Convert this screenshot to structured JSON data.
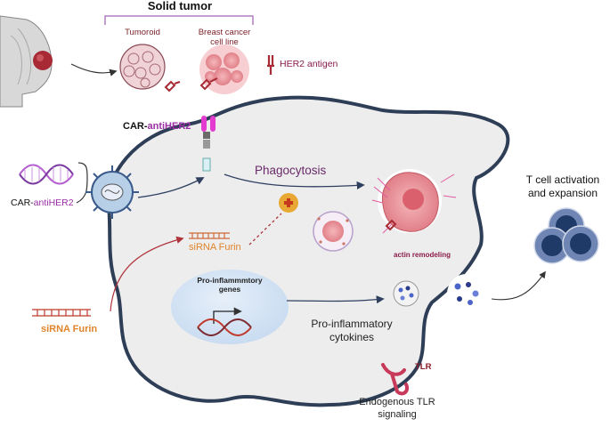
{
  "solid_tumor": {
    "title": "Solid tumor",
    "tumoroid": "Tumoroid",
    "breast_cancer_line1": "Breast cancer",
    "breast_cancer_line2": "cell line",
    "her2_antigen": "HER2 antigen"
  },
  "car": {
    "receptor_prefix": "CAR-",
    "receptor_suffix": "antiHER2",
    "vector_prefix": "CAR-",
    "vector_suffix": "antiHER2"
  },
  "process": {
    "phagocytosis": "Phagocytosis",
    "sirna_inside": "siRNA Furin",
    "sirna_outside": "siRNA Furin",
    "actin": "actin remodeling",
    "genes_line1": "Pro-inflammmtory",
    "genes_line2": "genes",
    "cytokines_line1": "Pro-inflammatory",
    "cytokines_line2": "cytokines",
    "tlr": "TLR",
    "endogenous_line1": "Endogenous TLR",
    "endogenous_line2": "signaling"
  },
  "outcome": {
    "line1": "T cell activation",
    "line2": "and expansion"
  },
  "colors": {
    "cell_membrane": "#2e3e56",
    "arrow_navy": "#2f3f60",
    "sirna_red": "#c0392b",
    "car_purple": "#9b2fa6",
    "sirna_orange": "#e0832a",
    "tumor_pink": "#e8838a",
    "tcell_blue": "#1f3a66",
    "nucleus_bg": "#d7e6f6"
  }
}
